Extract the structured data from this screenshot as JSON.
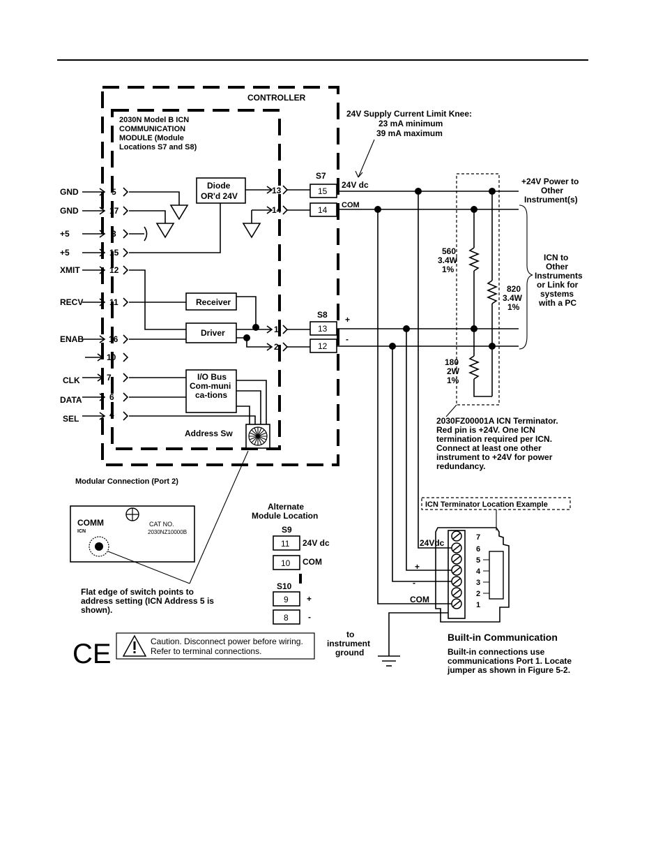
{
  "controller": {
    "title": "CONTROLLER",
    "module_title": [
      "2030N Model B ICN",
      "COMMUNICATION",
      "MODULE (Module",
      "Locations S7 and S8)"
    ]
  },
  "left_pins": [
    {
      "label": "GND",
      "num": "5"
    },
    {
      "label": "GND",
      "num": "17"
    },
    {
      "label": "+5",
      "num": "3"
    },
    {
      "label": "+5",
      "num": "15"
    },
    {
      "label": "XMIT",
      "num": "12"
    },
    {
      "label": "RECV",
      "num": "11"
    },
    {
      "label": "ENAB",
      "num": "16"
    },
    {
      "label": "",
      "num": "10"
    },
    {
      "label": "CLK",
      "num": "7"
    },
    {
      "label": "DATA",
      "num": "6"
    },
    {
      "label": "SEL",
      "num": "4"
    }
  ],
  "blocks": {
    "diode": [
      "Diode",
      "OR'd 24V"
    ],
    "receiver": "Receiver",
    "driver": "Driver",
    "iobus": [
      "I/O Bus",
      "Com-muni",
      "ca-tions"
    ],
    "address_sw": "Address Sw"
  },
  "inner_pins": [
    "13",
    "14",
    "1",
    "2"
  ],
  "supply_note": [
    "24V Supply Current Limit Knee:",
    "23 mA minimum",
    "39 mA maximum"
  ],
  "s7": {
    "label": "S7",
    "t15": "15",
    "t14": "14",
    "v24": "24V dc",
    "com": "COM"
  },
  "s8": {
    "label": "S8",
    "t13": "13",
    "t12": "12",
    "plus": "+",
    "minus": "-"
  },
  "resistors": {
    "r560": [
      "560",
      "3.4W",
      "1%"
    ],
    "r820": [
      "820",
      "3.4W",
      "1%"
    ],
    "r180": [
      "180",
      "2W",
      "1%"
    ]
  },
  "right_notes": {
    "power": [
      "+24V Power to",
      "Other",
      "Instrument(s)"
    ],
    "icn": [
      "ICN to",
      "Other",
      "Instruments",
      "or Link for",
      "systems",
      "with a PC"
    ]
  },
  "terminator_note": [
    "2030FZ00001A ICN Terminator.",
    "Red pin is +24V.  One ICN",
    "termination required per ICN.",
    "Connect at least one other",
    "instrument to +24V for power",
    "redundancy."
  ],
  "modular": "Modular Connection (Port 2)",
  "comm_card": {
    "title": "COMM",
    "sub": "ICN",
    "cat": "CAT NO.",
    "catno": "2030NZ10000B"
  },
  "flat_edge_note": [
    "Flat edge of switch points to",
    "address setting (ICN Address 5 is",
    "shown)."
  ],
  "alternate": {
    "title": [
      "Alternate",
      "Module Location"
    ],
    "s9": "S9",
    "t11": "11",
    "v24": "24V dc",
    "t10": "10",
    "com": "COM",
    "s10": "S10",
    "t9": "9",
    "plus": "+",
    "t8": "8",
    "minus": "-"
  },
  "terminator_example": "ICN Terminator Location Example",
  "builtin": {
    "v24": "24Vdc",
    "plus": "+",
    "minus": "-",
    "com": "COM",
    "pins": [
      "7",
      "6",
      "5",
      "4",
      "3",
      "2",
      "1"
    ],
    "title": "Built-in Communication",
    "desc": [
      "Built-in connections use",
      "communications Port 1. Locate",
      "jumper as shown in Figure 5-2."
    ]
  },
  "ground_note": [
    "to",
    "instrument",
    "ground"
  ],
  "ce_mark": "CE",
  "caution": [
    "Caution. Disconnect power before wiring.",
    "Refer to terminal connections."
  ]
}
